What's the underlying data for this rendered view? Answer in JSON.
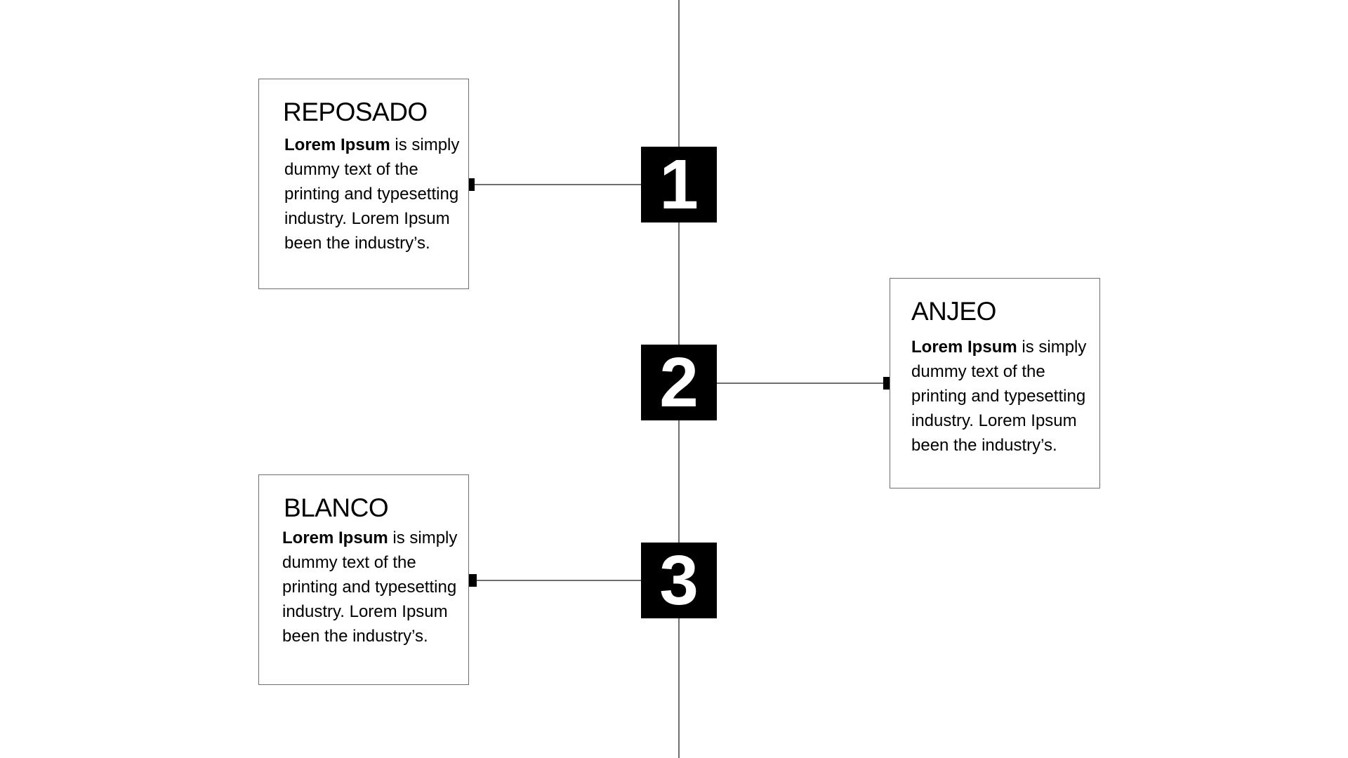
{
  "diagram": {
    "steps": [
      {
        "number": "1",
        "title": "REPOSADO",
        "lead": "Lorem Ipsum",
        "text": " is simply dummy text of the printing and typesetting industry. Lorem Ipsum been the industry’s."
      },
      {
        "number": "2",
        "title": "ANJEO",
        "lead": "Lorem Ipsum",
        "text": " is simply dummy text of the printing and typesetting industry. Lorem Ipsum been the industry’s."
      },
      {
        "number": "3",
        "title": "BLANCO",
        "lead": "Lorem Ipsum",
        "text": " is simply dummy text of the printing and typesetting industry. Lorem Ipsum been the industry’s."
      }
    ]
  }
}
